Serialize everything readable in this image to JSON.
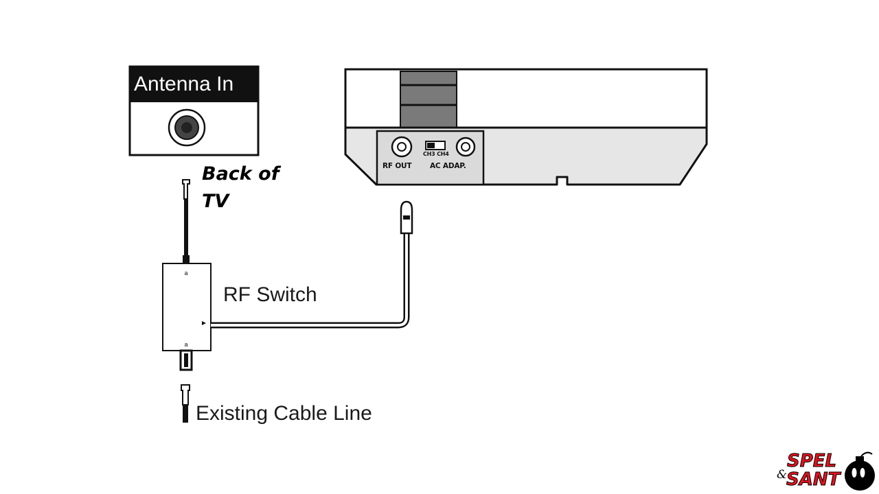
{
  "labels": {
    "antenna_in": "Antenna In",
    "back_of_tv_line1": "Back of",
    "back_of_tv_line2": "TV",
    "rf_switch": "RF Switch",
    "existing_cable_line": "Existing Cable Line",
    "rf_out": "RF OUT",
    "ac_adap": "AC ADAP.",
    "channel_switch": "CH3 CH4"
  },
  "logo": {
    "line1": "SPEL",
    "ampersand": "&",
    "line2": "SANT",
    "color": "#e0141e"
  },
  "colors": {
    "outline": "#111111",
    "console_fill": "#e6e6e6",
    "panel_fill": "#dadada",
    "slot_fill": "#7a7a7a"
  }
}
